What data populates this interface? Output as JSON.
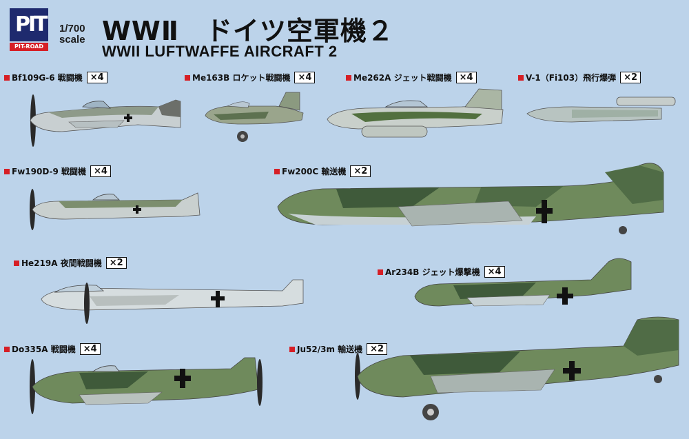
{
  "brand": {
    "logo_mark": "PIT",
    "logo_band": "PIT-ROAD"
  },
  "scale": {
    "ratio": "1/700",
    "word": "scale"
  },
  "title": {
    "jp": "WWⅡ　ドイツ空軍機２",
    "en": "WWII LUFTWAFFE AIRCRAFT 2"
  },
  "colors": {
    "background": "#bcd3ea",
    "accent_red": "#d61f26",
    "camo_dark": "#3f5a3a",
    "camo_mid": "#6f8a5c",
    "underside": "#cfd8dc",
    "cross": "#111111"
  },
  "aircraft": [
    {
      "name": "Bf109G-6 戦闘機",
      "qty": "×4"
    },
    {
      "name": "Me163B ロケット戦闘機",
      "qty": "×4"
    },
    {
      "name": "Me262A ジェット戦闘機",
      "qty": "×4"
    },
    {
      "name": "V-1（Fi103）飛行爆弾",
      "qty": "×2"
    },
    {
      "name": "Fw190D-9 戦闘機",
      "qty": "×4"
    },
    {
      "name": "Fw200C 輸送機",
      "qty": "×2"
    },
    {
      "name": "He219A 夜間戦闘機",
      "qty": "×2"
    },
    {
      "name": "Ar234B ジェット爆撃機",
      "qty": "×4"
    },
    {
      "name": "Do335A 戦闘機",
      "qty": "×4"
    },
    {
      "name": "Ju52/3m 輸送機",
      "qty": "×2"
    }
  ]
}
